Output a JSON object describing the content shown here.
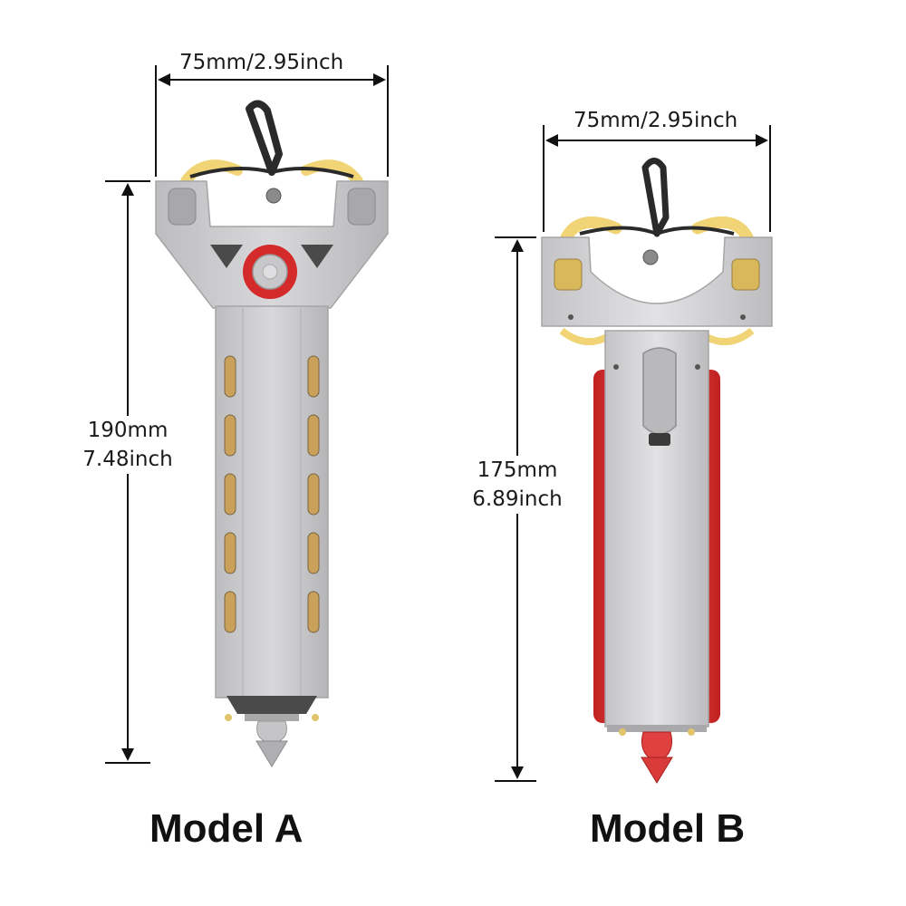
{
  "products": [
    {
      "model_label": "Model A",
      "width_label": "75mm/2.95inch",
      "height_label_mm": "190mm",
      "height_label_inch": "7.48inch",
      "accent_color": "#d42a2a"
    },
    {
      "model_label": "Model B",
      "width_label": "75mm/2.95inch",
      "height_label_mm": "175mm",
      "height_label_inch": "6.89inch",
      "accent_color": "#e04040"
    }
  ],
  "colors": {
    "metal": "#c9c9cb",
    "metal_dark": "#9a9a9c",
    "band_yellow": "#f2d97a",
    "cord_black": "#2a2a2a",
    "dimension_line": "#111111"
  }
}
